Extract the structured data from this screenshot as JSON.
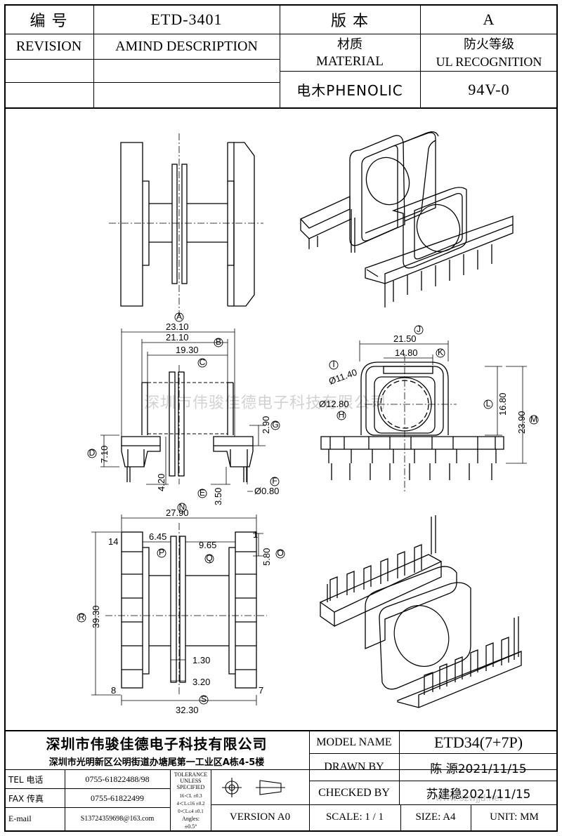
{
  "header": {
    "code_label": "编 号",
    "code_value": "ETD-3401",
    "version_label": "版 本",
    "version_value": "A",
    "revision_label": "REVISION",
    "description_label": "AMIND DESCRIPTION",
    "material_label_cn": "材质",
    "material_label_en": "MATERIAL",
    "ul_label_cn": "防火等级",
    "ul_label_en": "UL RECOGNITION",
    "material_value": "电木PHENOLIC",
    "ul_value": "94V-0"
  },
  "dimensions": {
    "A": "23.10",
    "B": "21.10",
    "C": "19.30",
    "G": "2.90",
    "D": "7.10",
    "four20": "4.20",
    "E": "3.50",
    "F": "Ø0.80",
    "J": "21.50",
    "K": "14.80",
    "I": "Ø11.40",
    "H": "Ø12.80",
    "L": "16.80",
    "M": "23.90",
    "N": "27.90",
    "P": "6.45",
    "Q": "9.65",
    "O": "5.80",
    "R": "39.30",
    "one30": "1.30",
    "three20": "3.20",
    "S": "32.30"
  },
  "letters": [
    "A",
    "B",
    "C",
    "G",
    "D",
    "E",
    "F",
    "J",
    "K",
    "I",
    "H",
    "L",
    "M",
    "N",
    "P",
    "Q",
    "O",
    "R",
    "S"
  ],
  "pins": {
    "p14": "14",
    "p1": "1",
    "p8": "8",
    "p7": "7"
  },
  "watermark": "深圳市伟骏佳德电子科技有限公司",
  "footer": {
    "company": "深圳市伟骏佳德电子科技有限公司",
    "address": "深圳市光明新区公明街道办塘尾第一工业区A栋4-5楼",
    "tel_label": "TEL 电话",
    "tel_value": "0755-61822488/98",
    "fax_label": "FAX 传真",
    "fax_value": "0755-61822499",
    "email_label": "E-mail",
    "email_value": "S13724359698@163.com",
    "tolerance_title": "TOLERANCE UNLESS SPECIFIED",
    "tol_1": "16＜L      ±0.3",
    "tol_2": "4＜L≤16   ±0.2",
    "tol_3": "0＜L≤4     ±0.1",
    "tol_4": "Angles:",
    "tol_5": "±0.5°",
    "version": "VERSION A0",
    "model_label": "MODEL NAME",
    "model_value": "ETD34(7+7P)",
    "drawn_label": "DRAWN BY",
    "drawn_value": "陈 源2021/11/15",
    "checked_label": "CHECKED BY",
    "checked_value": "苏建稳2021/11/15",
    "scale_label": "SCALE: 1 / 1",
    "size_label": "SIZE: A4",
    "unit_label": "UNIT: MM",
    "site_watermark": "www.szwjjd.net"
  }
}
